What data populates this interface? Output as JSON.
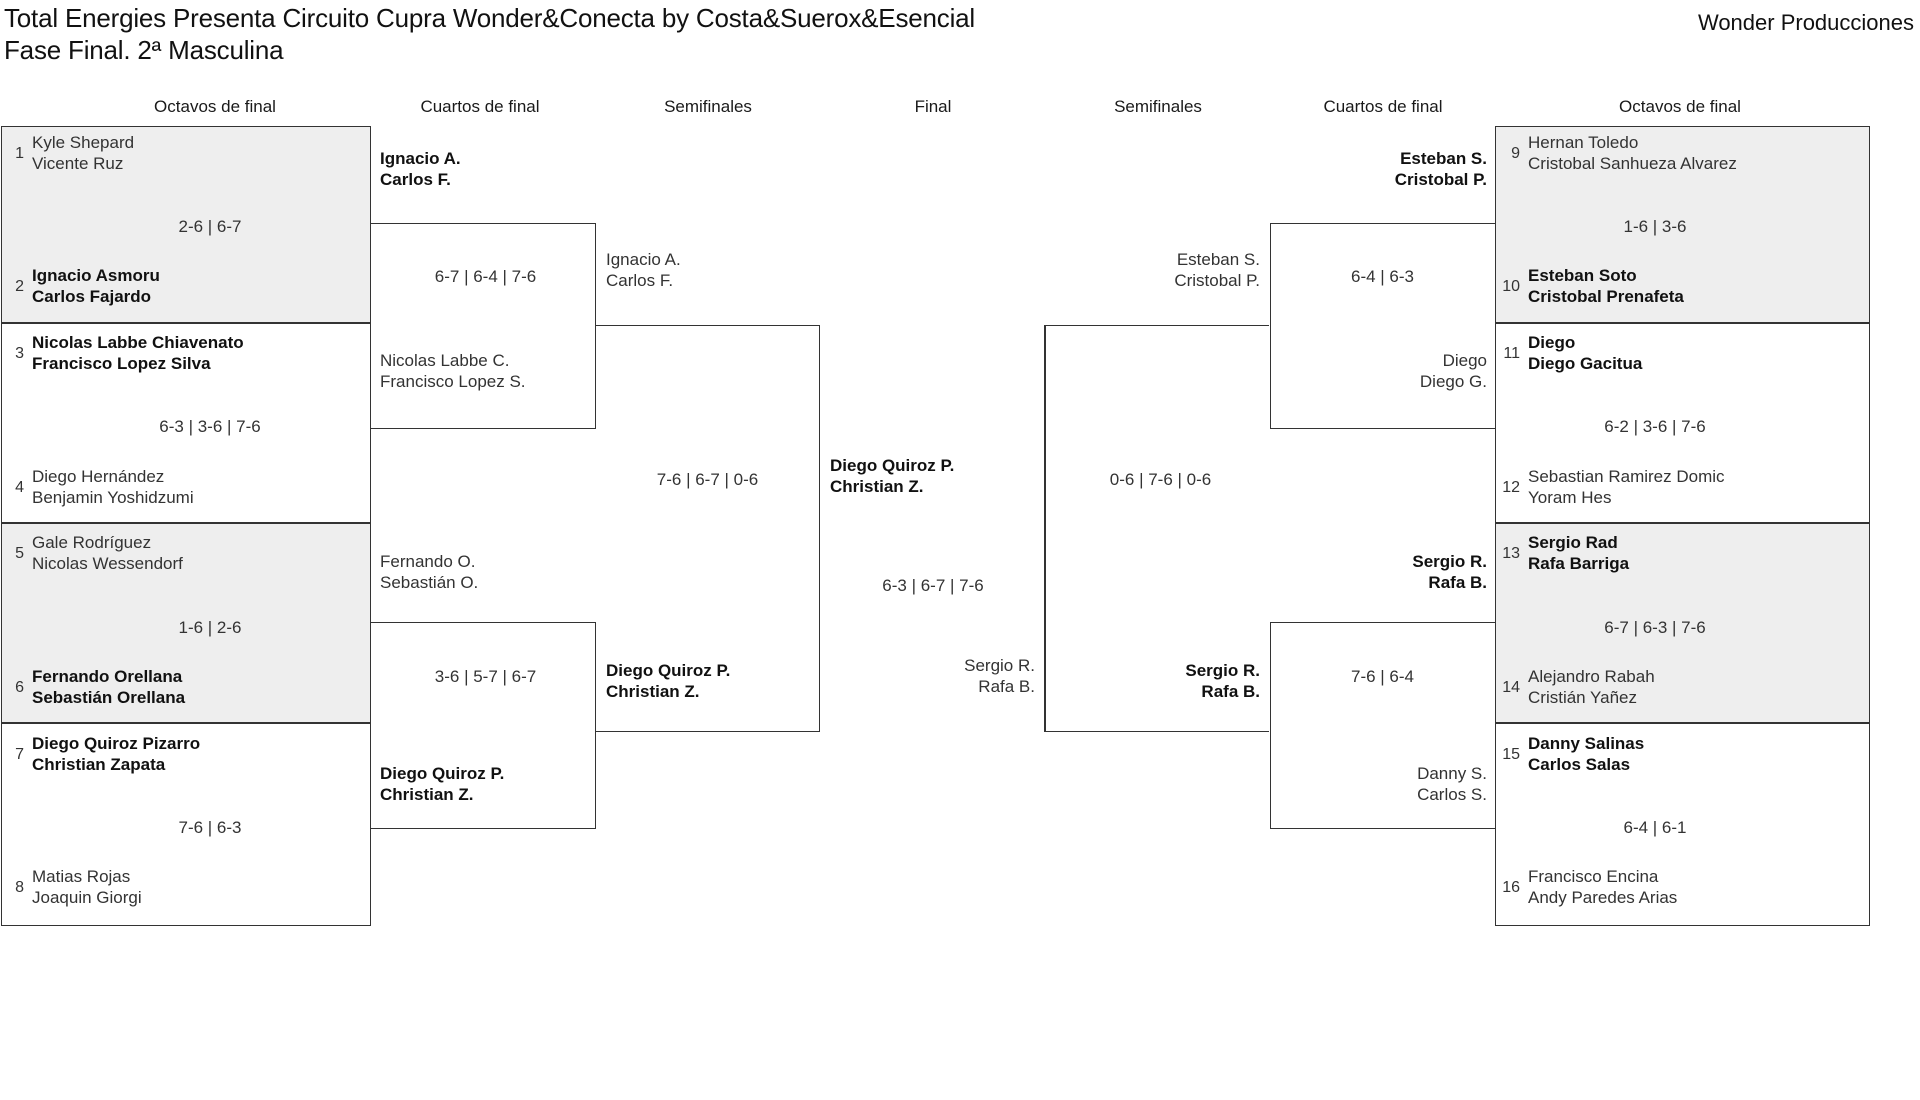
{
  "header": {
    "title": "Total Energies Presenta Circuito Cupra Wonder&Conecta by Costa&Suerox&Esencial\nFase Final. 2ª Masculina",
    "brand": "Wonder Producciones"
  },
  "rounds": {
    "left_r16": "Octavos de final",
    "left_qf": "Cuartos de final",
    "left_sf": "Semifinales",
    "final": "Final",
    "right_sf": "Semifinales",
    "right_qf": "Cuartos de final",
    "right_r16": "Octavos de final"
  },
  "left_r16": [
    {
      "seed": "1",
      "names": "Kyle Shepard\nVicente Ruz",
      "winner": false
    },
    {
      "seed": "2",
      "names": "Ignacio Asmoru\nCarlos Fajardo",
      "winner": true
    },
    {
      "seed": "3",
      "names": "Nicolas Labbe Chiavenato\nFrancisco Lopez Silva",
      "winner": true
    },
    {
      "seed": "4",
      "names": "Diego Hernández\nBenjamin Yoshidzumi",
      "winner": false
    },
    {
      "seed": "5",
      "names": "Gale Rodríguez\nNicolas Wessendorf",
      "winner": false
    },
    {
      "seed": "6",
      "names": "Fernando Orellana\nSebastián Orellana",
      "winner": true
    },
    {
      "seed": "7",
      "names": "Diego Quiroz Pizarro\nChristian Zapata",
      "winner": true
    },
    {
      "seed": "8",
      "names": "Matias Rojas\nJoaquin Giorgi",
      "winner": false
    }
  ],
  "left_r16_scores": [
    "2-6 | 6-7",
    "6-3 | 3-6 | 7-6",
    "1-6 | 2-6",
    "7-6 | 6-3"
  ],
  "right_r16": [
    {
      "seed": "9",
      "names": "Hernan Toledo\nCristobal Sanhueza Alvarez",
      "winner": false
    },
    {
      "seed": "10",
      "names": "Esteban Soto\nCristobal Prenafeta",
      "winner": true
    },
    {
      "seed": "11",
      "names": "Diego\nDiego Gacitua",
      "winner": true
    },
    {
      "seed": "12",
      "names": "Sebastian Ramirez Domic\nYoram Hes",
      "winner": false
    },
    {
      "seed": "13",
      "names": "Sergio Rad\nRafa Barriga",
      "winner": true
    },
    {
      "seed": "14",
      "names": "Alejandro Rabah\nCristián Yañez",
      "winner": false
    },
    {
      "seed": "15",
      "names": "Danny Salinas\nCarlos Salas",
      "winner": true
    },
    {
      "seed": "16",
      "names": "Francisco Encina\nAndy Paredes Arias",
      "winner": false
    }
  ],
  "right_r16_scores": [
    "1-6 | 3-6",
    "6-2 | 3-6 | 7-6",
    "6-7 | 6-3 | 7-6",
    "6-4 | 6-1"
  ],
  "left_qf": [
    {
      "names": "Ignacio A.\nCarlos F.",
      "winner": true
    },
    {
      "names": "Nicolas Labbe C.\nFrancisco Lopez S.",
      "winner": false
    },
    {
      "names": "Fernando O.\nSebastián O.",
      "winner": false
    },
    {
      "names": "Diego Quiroz P.\nChristian Z.",
      "winner": true
    }
  ],
  "left_qf_scores": [
    "6-7 | 6-4 | 7-6",
    "3-6 | 5-7 | 6-7"
  ],
  "right_qf": [
    {
      "names": "Esteban S.\nCristobal P.",
      "winner": true
    },
    {
      "names": "Diego\nDiego G.",
      "winner": false
    },
    {
      "names": "Sergio R.\nRafa B.",
      "winner": true
    },
    {
      "names": "Danny S.\nCarlos S.",
      "winner": false
    }
  ],
  "right_qf_scores": [
    "6-4 | 6-3",
    "7-6 | 6-4"
  ],
  "left_sf": [
    {
      "names": "Ignacio A.\nCarlos F.",
      "winner": false
    },
    {
      "names": "Diego Quiroz P.\nChristian Z.",
      "winner": true
    }
  ],
  "left_sf_score": "7-6 | 6-7 | 0-6",
  "right_sf": [
    {
      "names": "Esteban S.\nCristobal P.",
      "winner": false
    },
    {
      "names": "Sergio R.\nRafa B.",
      "winner": true
    }
  ],
  "right_sf_score": "0-6 | 7-6 | 0-6",
  "final": {
    "top": {
      "names": "Diego Quiroz P.\nChristian Z.",
      "winner": true
    },
    "bottom": {
      "names": "Sergio R.\nRafa B.",
      "winner": false
    },
    "score": "6-3 | 6-7 | 7-6"
  },
  "colors": {
    "line": "#333333",
    "shade": "#eeeeee",
    "text": "#333333"
  }
}
